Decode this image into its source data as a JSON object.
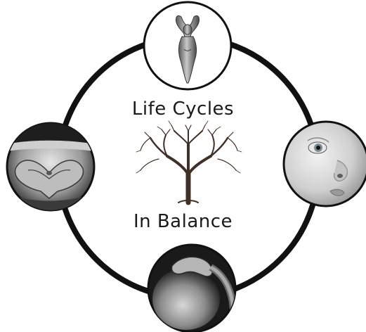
{
  "logo": {
    "title_line1": "Life Cycles",
    "title_line2": "In Balance"
  },
  "colors": {
    "ring": "#111111",
    "background": "#ffffff",
    "tree_trunk": "#3a2a1e",
    "tree_branches": "#4a3a30"
  },
  "images": [
    {
      "position": "top",
      "depicts": "goddess-figurine"
    },
    {
      "position": "right",
      "depicts": "baby-face"
    },
    {
      "position": "bottom",
      "depicts": "pregnant-belly"
    },
    {
      "position": "left",
      "depicts": "hands-heart-on-belly"
    }
  ]
}
